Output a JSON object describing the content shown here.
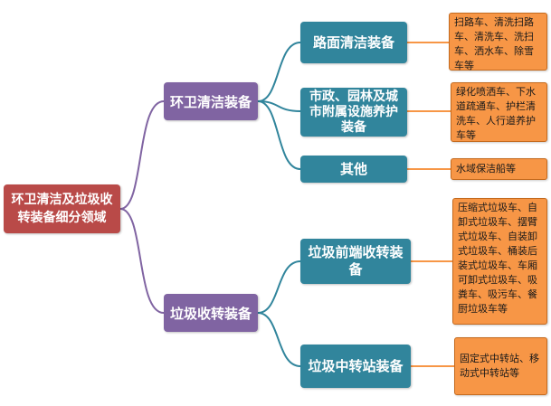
{
  "root": {
    "label": "环卫清洁及垃圾收转装备细分领域"
  },
  "branches": [
    {
      "label": "环卫清洁装备",
      "children": [
        {
          "label": "路面清洁装备",
          "detail": "扫路车、清洗扫路车、清洗车、洗扫车、洒水车、除雪车等"
        },
        {
          "label": "市政、园林及城市附属设施养护装备",
          "detail": "绿化喷洒车、下水道疏通车、护栏清洗车、人行道养护车等"
        },
        {
          "label": "其他",
          "detail": "水域保洁船等"
        }
      ]
    },
    {
      "label": "垃圾收转装备",
      "children": [
        {
          "label": "垃圾前端收转装备",
          "detail": "压缩式垃圾车、自卸式垃圾车、摆臂式垃圾车、自装卸式垃圾车、桶装后装式垃圾车、车厢可卸式垃圾车、吸粪车、吸污车、餐厨垃圾车等"
        },
        {
          "label": "垃圾中转站装备",
          "detail": "固定式中转站、移动式中转站等"
        }
      ]
    }
  ],
  "colors": {
    "root": "#b94a48",
    "level1": "#8064a2",
    "level2": "#31859c",
    "leaf": "#f79646",
    "connector": "#8064a2",
    "connector2": "#31859c"
  }
}
